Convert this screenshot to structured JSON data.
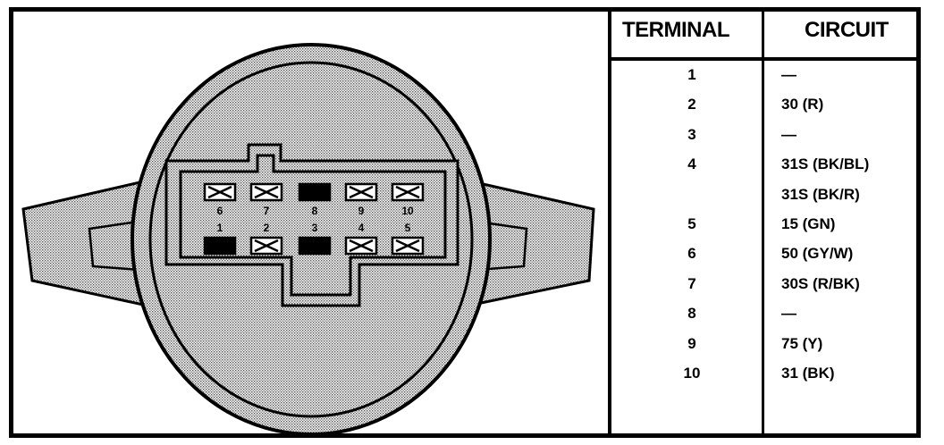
{
  "table": {
    "header_terminal": "TERMINAL",
    "header_circuit": "CIRCUIT",
    "rows": [
      {
        "terminal": "1",
        "circuit": "—"
      },
      {
        "terminal": "2",
        "circuit": "30 (R)"
      },
      {
        "terminal": "3",
        "circuit": "—"
      },
      {
        "terminal": "4",
        "circuit": "31S (BK/BL)"
      },
      {
        "terminal": "",
        "circuit": "31S (BK/R)"
      },
      {
        "terminal": "5",
        "circuit": "15 (GN)"
      },
      {
        "terminal": "6",
        "circuit": "50 (GY/W)"
      },
      {
        "terminal": "7",
        "circuit": "30S (R/BK)"
      },
      {
        "terminal": "8",
        "circuit": "—"
      },
      {
        "terminal": "9",
        "circuit": "75 (Y)"
      },
      {
        "terminal": "10",
        "circuit": "31 (BK)"
      }
    ]
  },
  "connector": {
    "top_row_labels": [
      "6",
      "7",
      "8",
      "9",
      "10"
    ],
    "bottom_row_labels": [
      "1",
      "2",
      "3",
      "4",
      "5"
    ],
    "top_row_states": [
      "crossed",
      "crossed",
      "filled",
      "crossed",
      "crossed"
    ],
    "bottom_row_states": [
      "filled",
      "crossed",
      "filled",
      "crossed",
      "crossed"
    ]
  },
  "colors": {
    "ink": "#000000",
    "stipple": "#bdbdbd",
    "paper": "#ffffff"
  }
}
